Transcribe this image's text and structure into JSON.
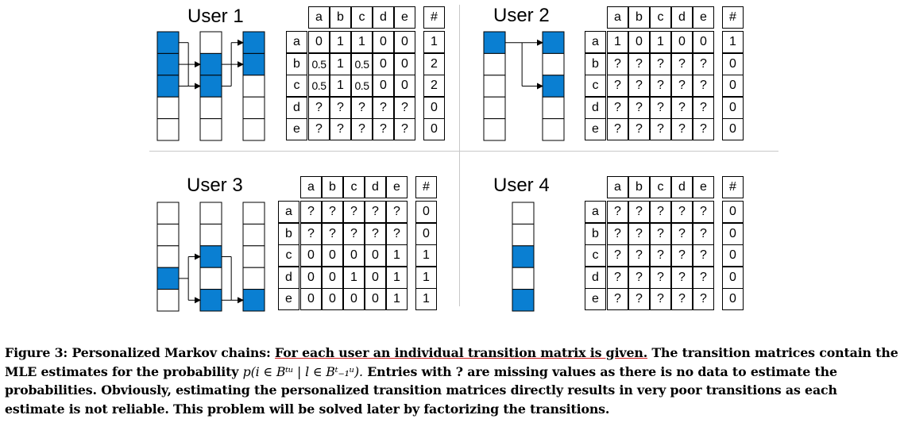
{
  "colors": {
    "accent": "#0a7fd2"
  },
  "columns": [
    "a",
    "b",
    "c",
    "d",
    "e",
    "#"
  ],
  "panels": [
    {
      "title": "User 1",
      "rows": [
        {
          "label": "a",
          "values": [
            "0",
            "1",
            "1",
            "0",
            "0"
          ],
          "count": "1"
        },
        {
          "label": "b",
          "values": [
            "0.5",
            "1",
            "0.5",
            "0",
            "0"
          ],
          "count": "2"
        },
        {
          "label": "c",
          "values": [
            "0.5",
            "1",
            "0.5",
            "0",
            "0"
          ],
          "count": "2"
        },
        {
          "label": "d",
          "values": [
            "?",
            "?",
            "?",
            "?",
            "?"
          ],
          "count": "0"
        },
        {
          "label": "e",
          "values": [
            "?",
            "?",
            "?",
            "?",
            "?"
          ],
          "count": "0"
        }
      ]
    },
    {
      "title": "User 2",
      "rows": [
        {
          "label": "a",
          "values": [
            "1",
            "0",
            "1",
            "0",
            "0"
          ],
          "count": "1"
        },
        {
          "label": "b",
          "values": [
            "?",
            "?",
            "?",
            "?",
            "?"
          ],
          "count": "0"
        },
        {
          "label": "c",
          "values": [
            "?",
            "?",
            "?",
            "?",
            "?"
          ],
          "count": "0"
        },
        {
          "label": "d",
          "values": [
            "?",
            "?",
            "?",
            "?",
            "?"
          ],
          "count": "0"
        },
        {
          "label": "e",
          "values": [
            "?",
            "?",
            "?",
            "?",
            "?"
          ],
          "count": "0"
        }
      ]
    },
    {
      "title": "User 3",
      "rows": [
        {
          "label": "a",
          "values": [
            "?",
            "?",
            "?",
            "?",
            "?"
          ],
          "count": "0"
        },
        {
          "label": "b",
          "values": [
            "?",
            "?",
            "?",
            "?",
            "?"
          ],
          "count": "0"
        },
        {
          "label": "c",
          "values": [
            "0",
            "0",
            "0",
            "0",
            "1"
          ],
          "count": "1"
        },
        {
          "label": "d",
          "values": [
            "0",
            "0",
            "1",
            "0",
            "1"
          ],
          "count": "1"
        },
        {
          "label": "e",
          "values": [
            "0",
            "0",
            "0",
            "0",
            "1"
          ],
          "count": "1"
        }
      ]
    },
    {
      "title": "User 4",
      "rows": [
        {
          "label": "a",
          "values": [
            "?",
            "?",
            "?",
            "?",
            "?"
          ],
          "count": "0"
        },
        {
          "label": "b",
          "values": [
            "?",
            "?",
            "?",
            "?",
            "?"
          ],
          "count": "0"
        },
        {
          "label": "c",
          "values": [
            "?",
            "?",
            "?",
            "?",
            "?"
          ],
          "count": "0"
        },
        {
          "label": "d",
          "values": [
            "?",
            "?",
            "?",
            "?",
            "?"
          ],
          "count": "0"
        },
        {
          "label": "e",
          "values": [
            "?",
            "?",
            "?",
            "?",
            "?"
          ],
          "count": "0"
        }
      ]
    }
  ],
  "baskets": [
    [
      [
        1,
        1,
        1,
        0,
        0
      ],
      [
        0,
        1,
        1,
        0,
        0
      ],
      [
        1,
        1,
        0,
        0,
        0
      ]
    ],
    [
      [
        1,
        0,
        0,
        0,
        0
      ],
      [
        1,
        0,
        1,
        0,
        0
      ]
    ],
    [
      [
        0,
        0,
        0,
        1,
        0
      ],
      [
        0,
        0,
        1,
        0,
        1
      ],
      [
        0,
        0,
        0,
        0,
        1
      ]
    ],
    [
      [
        0,
        0,
        1,
        0,
        1
      ]
    ]
  ],
  "caption": {
    "label": "Figure 3: Personalized Markov chains: ",
    "underlined": "For each user an individual transition matrix is given.",
    "part1": " The transition matrices contain the MLE estimates for the probability ",
    "math": "p(i ∈ Bᵗᵘ | l ∈ Bᵗ₋₁ᵘ).",
    "part2": " Entries with ? are missing values as there is no data to estimate the probabilities. Obviously, estimating the personalized transition matrices directly results in very poor transitions as each estimate is not reliable. This problem will be solved later by factorizing the transitions."
  }
}
